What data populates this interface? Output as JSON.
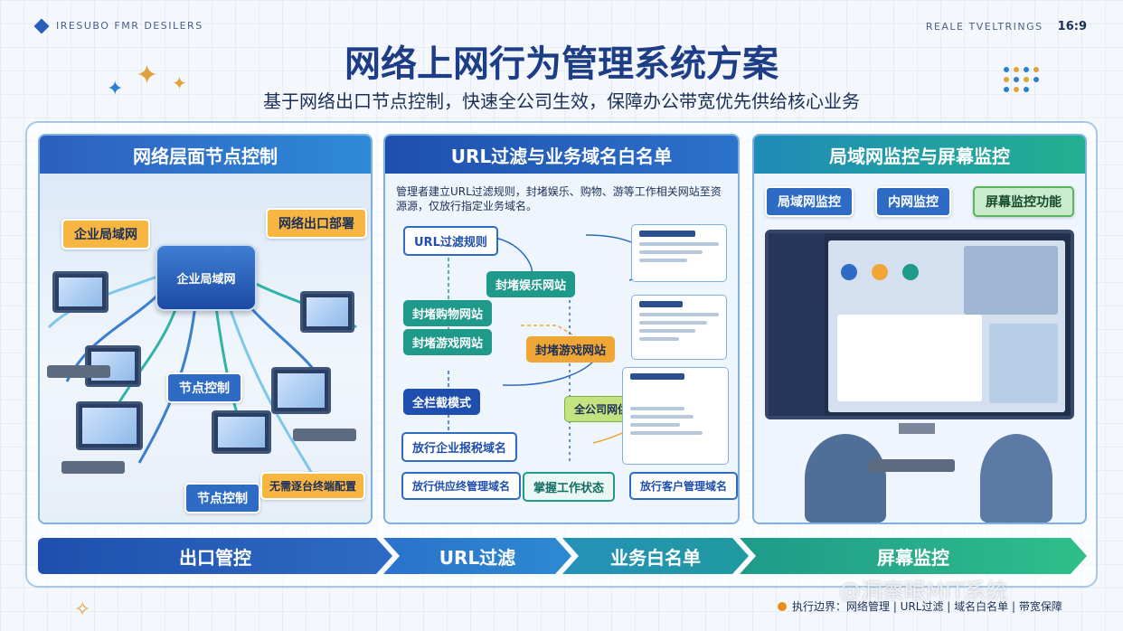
{
  "header": {
    "top_left": "IRESUBO FMR DESILERS",
    "top_right": "REALE TVELTRINGS",
    "ratio": "16:9",
    "title": "网络上网行为管理系统方案",
    "subtitle": "基于网络出口节点控制，快速全公司生效，保障办公带宽优先供给核心业务"
  },
  "panel1": {
    "title": "网络层面节点控制",
    "tag_lan": "企业局域网",
    "tag_exit": "网络出口部署",
    "switch_label": "企业局域网",
    "tag_node1": "节点控制",
    "tag_node2": "节点控制",
    "tag_noconfig": "无需逐台终端配置"
  },
  "panel2": {
    "title": "URL过滤与业务域名白名单",
    "desc": "管理者建立URL过滤规则，封堵娱乐、购物、游等工作相关网站至资源源，仅放行指定业务域名。",
    "url_rule": "URL过滤规则",
    "block_ent": "封堵娱乐网站",
    "block_shop": "封堵购物网站",
    "block_game_left": "封堵游戏网站",
    "block_game_right": "封堵游戏网站",
    "intercept": "全栏截模式",
    "company_page": "全公司网供应管控信端画面",
    "allow_tax": "放行企业报税域名",
    "allow_supplier": "放行供应终管理域名",
    "work_status": "掌握工作状态",
    "allow_client": "放行客户管理域名"
  },
  "panel3": {
    "title": "局域网监控与屏幕监控",
    "tab1": "局域网监控",
    "tab2": "内网监控",
    "tab3": "屏幕监控功能"
  },
  "flow": {
    "step1": "出口管控",
    "step2": "URL过滤",
    "step3": "业务白名单",
    "step4": "屏幕监控"
  },
  "footer": {
    "note": "执行边界：网络管理 | URL过滤 | 域名白名单 | 带宽保障",
    "watermark": "@洞察眼MIT系统"
  },
  "colors": {
    "navy": "#1d3d86",
    "blue": "#2d6bc4",
    "teal": "#1f9a8a",
    "green": "#22b090",
    "orange": "#f0a636"
  }
}
